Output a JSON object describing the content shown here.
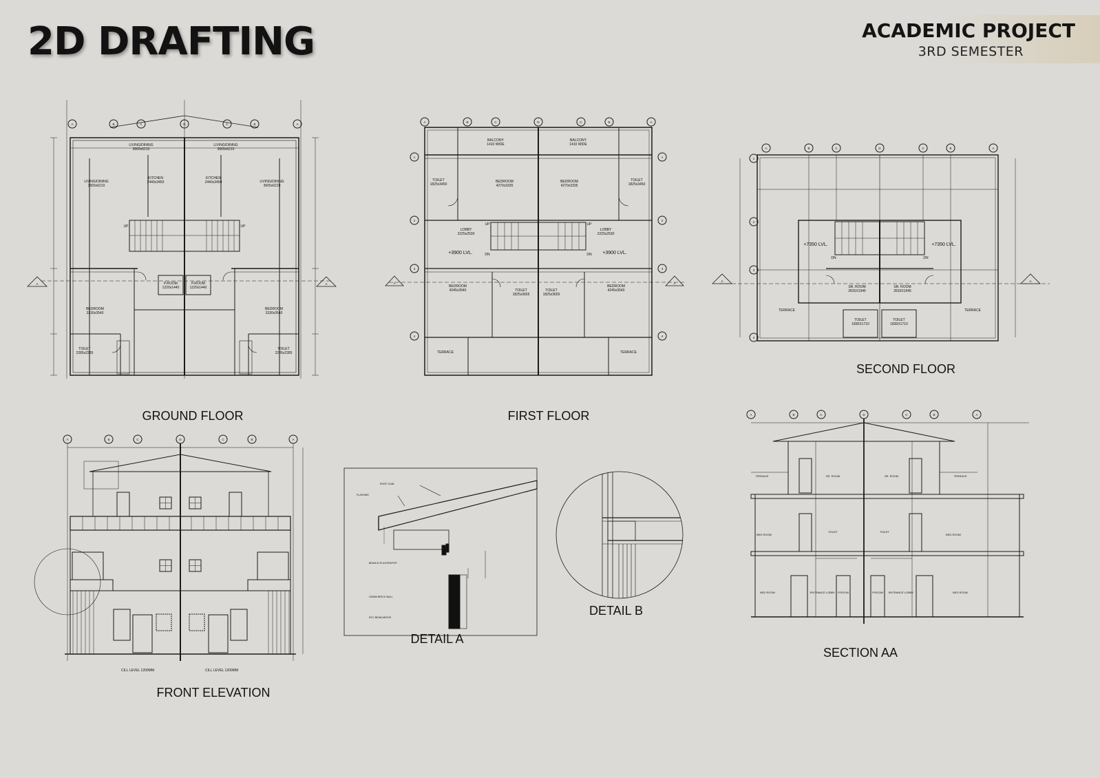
{
  "header": {
    "title": "2D DRAFTING",
    "project": "ACADEMIC PROJECT",
    "semester": "3RD SEMESTER"
  },
  "ground_floor": {
    "caption": "GROUND FLOOR",
    "grid_labels": [
      "A",
      "B",
      "C",
      "D",
      "C",
      "B",
      "A"
    ],
    "section_marker": "A",
    "rooms": [
      {
        "name": "LIVING/DINING",
        "size": "3665x6210"
      },
      {
        "name": "LIVING/DINING",
        "size": "3665x6210"
      },
      {
        "name": "LIVING/DINING",
        "size": "3665x6210"
      },
      {
        "name": "LIVING/DINING",
        "size": "3665x6210"
      },
      {
        "name": "KITCHEN",
        "size": "2440x3450"
      },
      {
        "name": "KITCHEN",
        "size": "2440x3450"
      },
      {
        "name": "P.ROOM",
        "size": "1220x1440"
      },
      {
        "name": "P.ROOM",
        "size": "1220x1440"
      },
      {
        "name": "BEDROOM",
        "size": "3330x3540"
      },
      {
        "name": "BEDROOM",
        "size": "3330x3540"
      },
      {
        "name": "TOILET",
        "size": "2285x2285"
      },
      {
        "name": "TOILET",
        "size": "2285x2285"
      }
    ],
    "stair_labels": [
      "UP",
      "UP"
    ]
  },
  "first_floor": {
    "caption": "FIRST FLOOR",
    "grid_labels": [
      "A",
      "B",
      "C",
      "D",
      "C",
      "B",
      "A"
    ],
    "row_labels": [
      "1",
      "2",
      "3",
      "4"
    ],
    "section_marker": "A",
    "rooms": [
      {
        "name": "BALCONY",
        "size": "1410 WIDE"
      },
      {
        "name": "BALCONY",
        "size": "1410 WIDE"
      },
      {
        "name": "TOILET",
        "size": "1825x3450"
      },
      {
        "name": "BEDROOM",
        "size": "4270x3335"
      },
      {
        "name": "BEDROOM",
        "size": "4270x3335"
      },
      {
        "name": "TOILET",
        "size": "1825x3450"
      },
      {
        "name": "LOBBY",
        "size": "2225x2530"
      },
      {
        "name": "LOBBY",
        "size": "2225x2530"
      },
      {
        "name": "BEDROOM",
        "size": "4245x3540"
      },
      {
        "name": "TOILET",
        "size": "1825x3655"
      },
      {
        "name": "TOILET",
        "size": "1825x3655"
      },
      {
        "name": "BEDROOM",
        "size": "4245x3540"
      },
      {
        "name": "TERRACE",
        "size": ""
      },
      {
        "name": "TERRACE",
        "size": ""
      }
    ],
    "levels": [
      "+3900 LVL.",
      "+3900 LVL."
    ],
    "stair_labels": [
      "UP",
      "UP",
      "DN",
      "DN"
    ]
  },
  "second_floor": {
    "caption": "SECOND FLOOR",
    "grid_labels": [
      "A",
      "B",
      "C",
      "D",
      "C",
      "B",
      "A"
    ],
    "row_labels": [
      "1",
      "2",
      "3",
      "4"
    ],
    "section_marker": "A",
    "rooms": [
      {
        "name": "SR. ROOM",
        "size": "2815X1945"
      },
      {
        "name": "SR. ROOM",
        "size": "2815X1945"
      },
      {
        "name": "TERRACE",
        "size": ""
      },
      {
        "name": "TERRACE",
        "size": ""
      },
      {
        "name": "TOILET",
        "size": "1830X1710"
      },
      {
        "name": "TOILET",
        "size": "1830X1710"
      }
    ],
    "levels": [
      "+7350 LVL.",
      "+7350 LVL."
    ],
    "stair_labels": [
      "DN",
      "DN"
    ]
  },
  "front_elevation": {
    "caption": "FRONT ELEVATION",
    "grid_labels": [
      "A",
      "B",
      "C",
      "D",
      "C",
      "B",
      "A"
    ],
    "notes": [
      "CILL LEVEL\n1200MM",
      "CILL LEVEL\n1200MM"
    ]
  },
  "detail_a": {
    "caption": "DETAIL A",
    "notes": [
      "ROOF SLAB",
      "FLASHING",
      "BEAM IN PLASTER/POP",
      "230MM BRICK WALL",
      "RCC BEAM ABOVE"
    ]
  },
  "detail_b": {
    "caption": "DETAIL B"
  },
  "section_aa": {
    "caption": "SECTION AA",
    "grid_labels": [
      "A",
      "B",
      "C",
      "D",
      "C",
      "B",
      "A"
    ],
    "rooms_top": [
      "TERRACE",
      "SR. ROOM",
      "SR. ROOM",
      "TERRACE"
    ],
    "rooms_mid": [
      "BED ROOM",
      "TOILET",
      "TOILET",
      "BED ROOM"
    ],
    "rooms_bottom": [
      "BED ROOM",
      "ENTRANCE LOBBY",
      "P.ROOM",
      "P.ROOM",
      "ENTRANCE LOBBY",
      "BED ROOM"
    ]
  }
}
